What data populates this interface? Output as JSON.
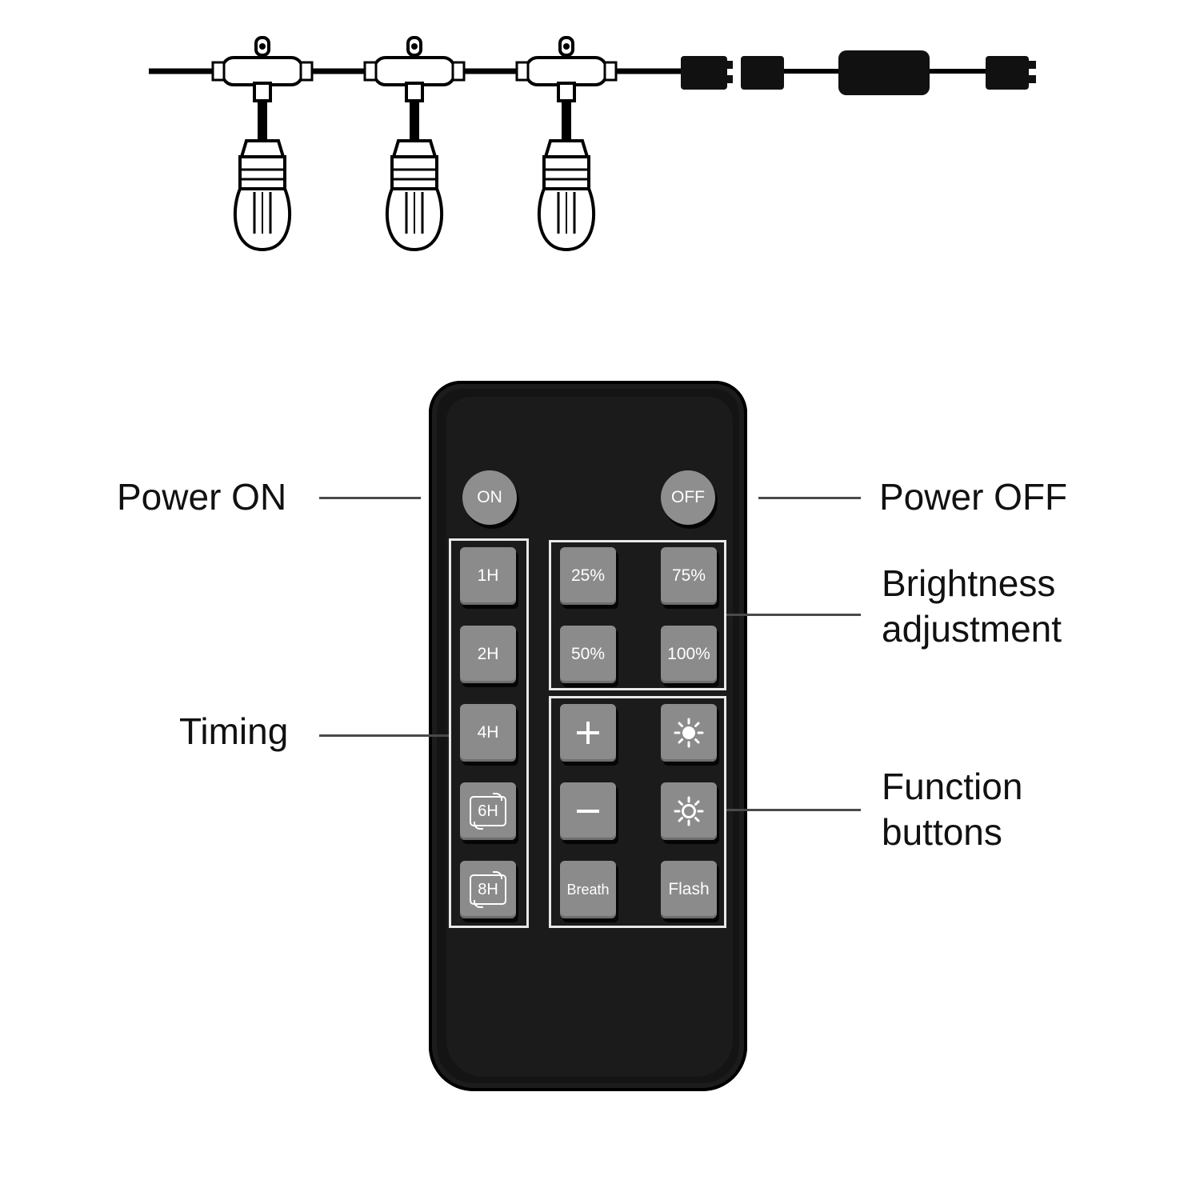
{
  "callouts": {
    "power_on": "Power ON",
    "power_off": "Power OFF",
    "timing": "Timing",
    "brightness_line1": "Brightness",
    "brightness_line2": "adjustment",
    "function_line1": "Function",
    "function_line2": "buttons"
  },
  "remote": {
    "on_label": "ON",
    "off_label": "OFF",
    "timing_buttons": [
      "1H",
      "2H",
      "4H",
      "6H",
      "8H"
    ],
    "brightness_buttons": [
      "25%",
      "75%",
      "50%",
      "100%"
    ],
    "function_buttons": {
      "plus_icon": "plus-icon",
      "bright_sun_icon": "sun-filled-icon",
      "minus_icon": "minus-icon",
      "dim_sun_icon": "sun-outline-icon",
      "breath_label": "Breath",
      "flash_label": "Flash"
    }
  },
  "colors": {
    "remote_body": "#141414",
    "button_gray": "#8b8b8b",
    "group_outline": "#e8e8e8",
    "leader_line": "#4a4a4a"
  }
}
